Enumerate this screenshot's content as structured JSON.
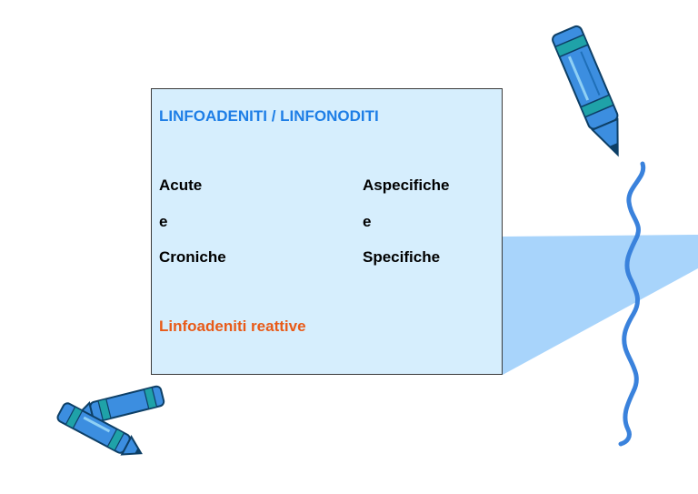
{
  "slide": {
    "title": "LINFOADENITI / LINFONODITI",
    "left_column": [
      "Acute",
      "e",
      "Croniche"
    ],
    "right_column": [
      "Aspecifiche",
      "e",
      "Specifiche"
    ],
    "highlight": "Linfoadeniti reattive"
  },
  "colors": {
    "title": "#1e7ee6",
    "highlight": "#e85a18",
    "box_fill": "#d6eefd",
    "beam_fill": "#a8d4fb",
    "crayon_blue": "#3c8ee0",
    "crayon_teal": "#1fa2a8",
    "squiggle": "#3a82dc"
  },
  "icons": [
    "crayon-icon",
    "crossed-crayons-icon"
  ]
}
